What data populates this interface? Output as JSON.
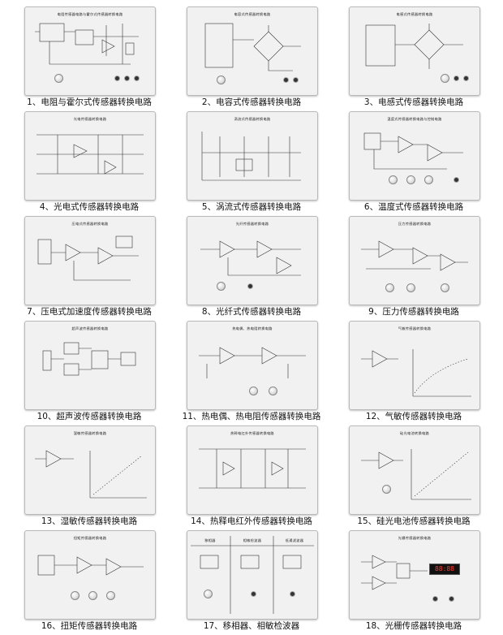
{
  "boards": [
    {
      "caption": "1、电阻与霍尔式传感器转换电路",
      "panel_title": "电阻传感器电路与霍尔式传感器转换电路"
    },
    {
      "caption": "2、电容式传感器转换电路",
      "panel_title": "电容式传感器转换电路"
    },
    {
      "caption": "3、电感式传感器转换电路",
      "panel_title": "电感式传感器转换电路"
    },
    {
      "caption": "4、光电式传感器转换电路",
      "panel_title": "光电传感器转换电路"
    },
    {
      "caption": "5、涡流式传感器转换电路",
      "panel_title": "涡流式传感器转换电路"
    },
    {
      "caption": "6、温度式传感器转换电路",
      "panel_title": "温度式传感器转换电路与控制电路"
    },
    {
      "caption": "7、压电式加速度传感器转换电路",
      "panel_title": "压电式传感器转换电路"
    },
    {
      "caption": "8、光纤式传感器转换电路",
      "panel_title": "光纤传感器转换电路"
    },
    {
      "caption": "9、压力传感器转换电路",
      "panel_title": "压力传感器转换电路"
    },
    {
      "caption": "10、超声波传感器转换电路",
      "panel_title": "超声波传感器转换电路"
    },
    {
      "caption": "11、热电偶、热电阻传感器转换电路",
      "panel_title": "热电偶、热电阻转换电路"
    },
    {
      "caption": "12、气敏传感器转换电路",
      "panel_title": "气敏传感器转换电路"
    },
    {
      "caption": "13、湿敏传感器转换电路",
      "panel_title": "湿敏传感器转换电路"
    },
    {
      "caption": "14、热释电红外传感器转换电路",
      "panel_title": "热释电红外传感器转换电路"
    },
    {
      "caption": "15、硅光电池传感器转换电路",
      "panel_title": "硅光电池转换电路"
    },
    {
      "caption": "16、扭矩传感器转换电路",
      "panel_title": "扭矩传感器转换电路"
    },
    {
      "caption": "17、移相器、相敏检波器",
      "panel_title": ""
    },
    {
      "caption": "18、光栅传感器转换电路",
      "panel_title": "光栅传感器转换电路"
    }
  ],
  "board17_sections": [
    "移相器",
    "相敏检波器",
    "低通滤波器"
  ],
  "board18_display": "88:88"
}
